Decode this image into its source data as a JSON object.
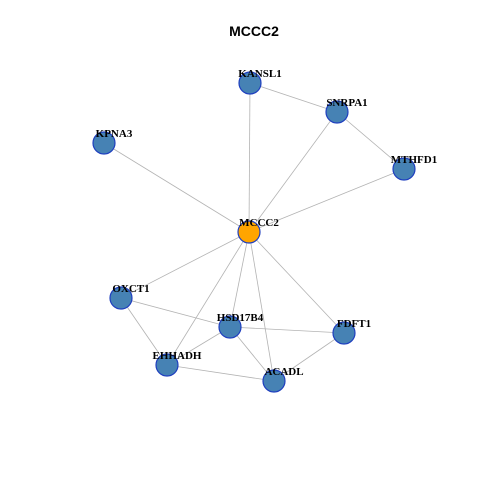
{
  "title": "MCCC2",
  "colors": {
    "hub_fill": "#FFA500",
    "node_fill": "#4682B4",
    "node_stroke": "#1F3FBF",
    "edge": "#B3B3B3"
  },
  "nodes": [
    {
      "id": "MCCC2",
      "label": "MCCC2",
      "hub": true
    },
    {
      "id": "KANSL1",
      "label": "KANSL1",
      "hub": false
    },
    {
      "id": "SNRPA1",
      "label": "SNRPA1",
      "hub": false
    },
    {
      "id": "KPNA3",
      "label": "KPNA3",
      "hub": false
    },
    {
      "id": "MTHFD1",
      "label": "MTHFD1",
      "hub": false
    },
    {
      "id": "OXCT1",
      "label": "OXCT1",
      "hub": false
    },
    {
      "id": "HSD17B4",
      "label": "HSD17B4",
      "hub": false
    },
    {
      "id": "FDFT1",
      "label": "FDFT1",
      "hub": false
    },
    {
      "id": "EHHADH",
      "label": "EHHADH",
      "hub": false
    },
    {
      "id": "ACADL",
      "label": "ACADL",
      "hub": false
    }
  ],
  "edges": [
    [
      "MCCC2",
      "KANSL1"
    ],
    [
      "MCCC2",
      "SNRPA1"
    ],
    [
      "MCCC2",
      "KPNA3"
    ],
    [
      "MCCC2",
      "MTHFD1"
    ],
    [
      "MCCC2",
      "OXCT1"
    ],
    [
      "MCCC2",
      "HSD17B4"
    ],
    [
      "MCCC2",
      "FDFT1"
    ],
    [
      "MCCC2",
      "EHHADH"
    ],
    [
      "MCCC2",
      "ACADL"
    ],
    [
      "KANSL1",
      "SNRPA1"
    ],
    [
      "SNRPA1",
      "MTHFD1"
    ],
    [
      "OXCT1",
      "HSD17B4"
    ],
    [
      "OXCT1",
      "EHHADH"
    ],
    [
      "HSD17B4",
      "FDFT1"
    ],
    [
      "HSD17B4",
      "EHHADH"
    ],
    [
      "HSD17B4",
      "ACADL"
    ],
    [
      "EHHADH",
      "ACADL"
    ],
    [
      "FDFT1",
      "ACADL"
    ]
  ]
}
